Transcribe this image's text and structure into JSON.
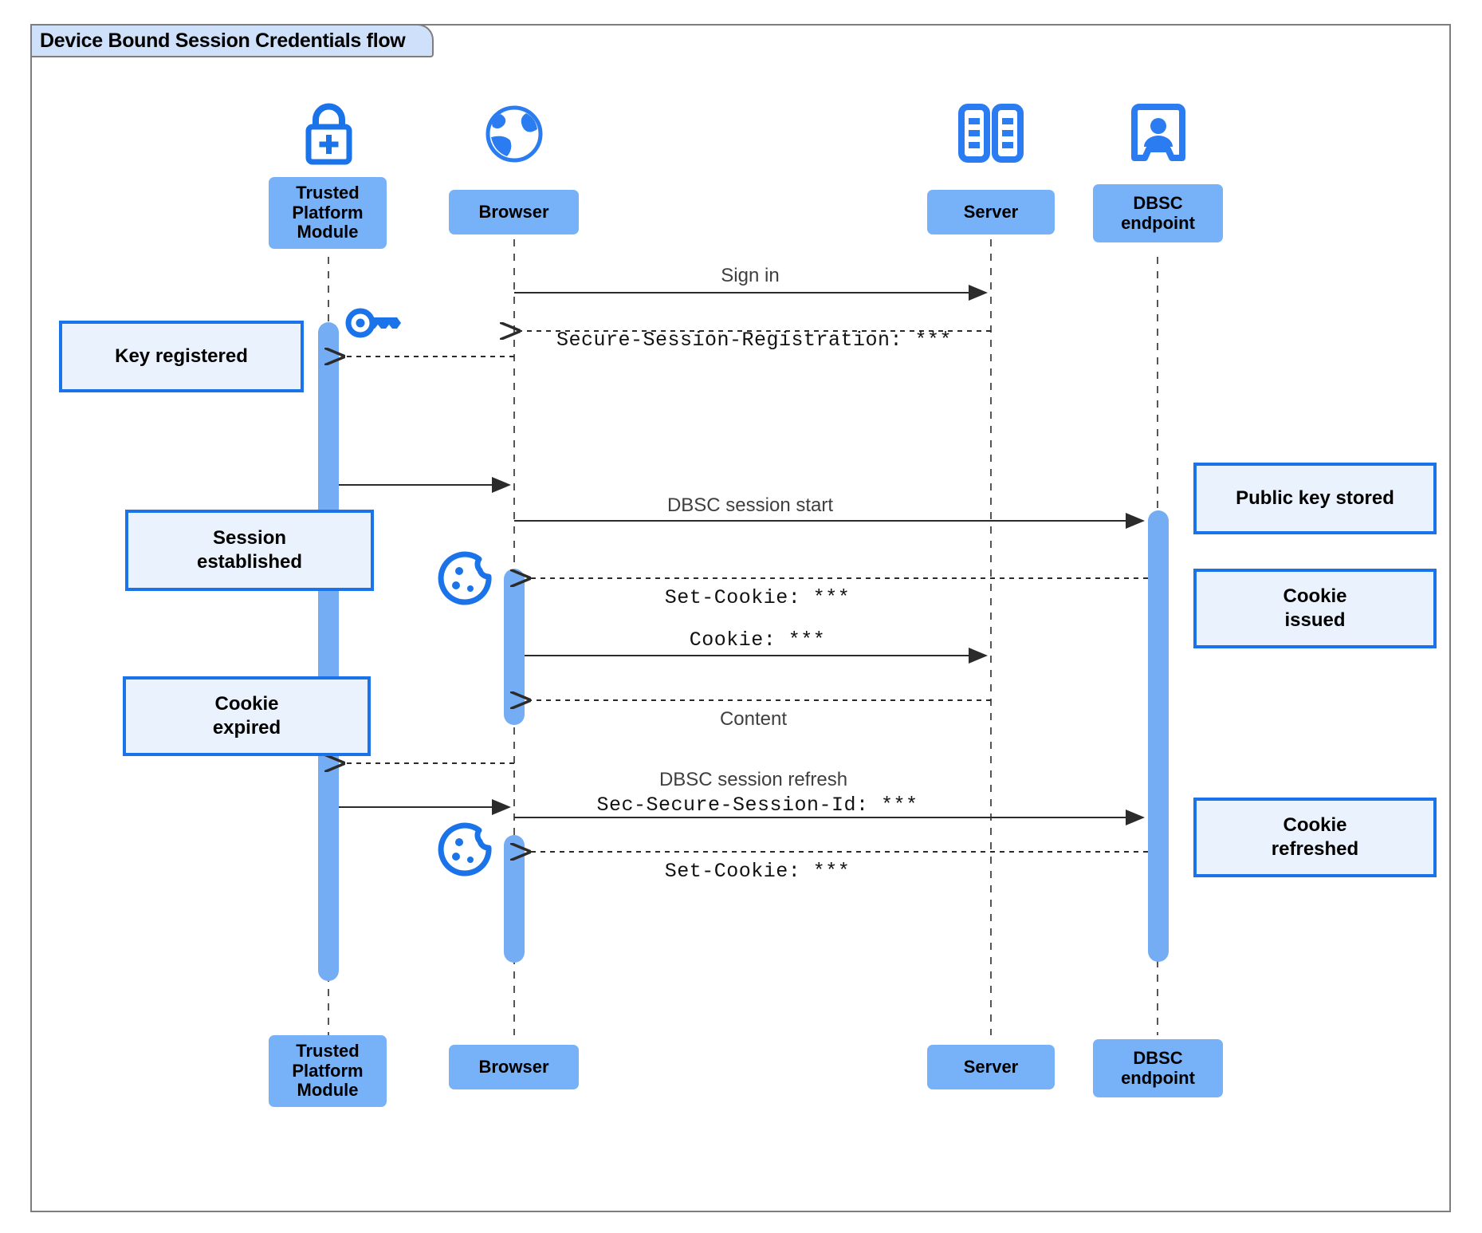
{
  "diagram": {
    "title": "Device Bound Session Credentials flow",
    "type": "sequence-diagram",
    "accent_color": "#1a73e8",
    "participant_fill": "#77b2f9",
    "note_fill": "#eaf2fe",
    "activation_fill": "#75adf5",
    "frame_border": "#7d7d7d"
  },
  "participants": [
    {
      "id": "tpm",
      "label": "Trusted\nPlatform\nModule",
      "icon": "lock-plus-icon"
    },
    {
      "id": "browser",
      "label": "Browser",
      "icon": "globe-icon"
    },
    {
      "id": "server",
      "label": "Server",
      "icon": "server-rack-icon"
    },
    {
      "id": "dbsc",
      "label": "DBSC\nendpoint",
      "icon": "id-badge-icon"
    }
  ],
  "messages": [
    {
      "id": "m1",
      "text": "Sign in",
      "style": "sans",
      "arrow": "solid",
      "from": "browser",
      "to": "server"
    },
    {
      "id": "m2",
      "text": "Secure-Session-Registration: ***",
      "style": "mono",
      "arrow": "dashed",
      "from": "server",
      "to": "browser"
    },
    {
      "id": "m3",
      "text": "",
      "style": "sans",
      "arrow": "dashed",
      "from": "browser",
      "to": "tpm"
    },
    {
      "id": "m4",
      "text": "",
      "style": "sans",
      "arrow": "solid",
      "from": "tpm",
      "to": "browser"
    },
    {
      "id": "m5",
      "text": "DBSC session start",
      "style": "sans",
      "arrow": "solid",
      "from": "browser",
      "to": "dbsc"
    },
    {
      "id": "m6",
      "text": "Set-Cookie: ***",
      "style": "mono",
      "arrow": "dashed",
      "from": "dbsc",
      "to": "browser"
    },
    {
      "id": "m7",
      "text": "Cookie: ***",
      "style": "mono",
      "arrow": "solid",
      "from": "browser",
      "to": "server"
    },
    {
      "id": "m8",
      "text": "Content",
      "style": "sans",
      "arrow": "dashed",
      "from": "server",
      "to": "browser"
    },
    {
      "id": "m9",
      "text": "",
      "style": "sans",
      "arrow": "dashed",
      "from": "browser",
      "to": "tpm"
    },
    {
      "id": "m10",
      "text": "DBSC session refresh",
      "style": "sans",
      "arrow": "solid",
      "from": "browser",
      "to": "dbsc"
    },
    {
      "id": "m11",
      "text": "Sec-Secure-Session-Id: ***",
      "style": "mono",
      "arrow": "solid",
      "from": "tpm",
      "to": "browser"
    },
    {
      "id": "m12",
      "text": "Set-Cookie: ***",
      "style": "mono",
      "arrow": "dashed",
      "from": "dbsc",
      "to": "browser"
    }
  ],
  "notes": [
    {
      "id": "n1",
      "text": "Key registered",
      "side": "left",
      "of": "tpm"
    },
    {
      "id": "n2",
      "text": "Session\nestablished",
      "side": "left",
      "of": "tpm"
    },
    {
      "id": "n3",
      "text": "Cookie\nexpired",
      "side": "left",
      "of": "tpm"
    },
    {
      "id": "n4",
      "text": "Public key stored",
      "side": "right",
      "of": "dbsc"
    },
    {
      "id": "n5",
      "text": "Cookie\nissued",
      "side": "right",
      "of": "dbsc"
    },
    {
      "id": "n6",
      "text": "Cookie\nrefreshed",
      "side": "right",
      "of": "dbsc"
    }
  ],
  "inline_icons": [
    {
      "id": "key1",
      "name": "key-icon",
      "near": "tpm"
    },
    {
      "id": "cookie1",
      "name": "cookie-icon",
      "near": "browser"
    },
    {
      "id": "cookie2",
      "name": "cookie-icon",
      "near": "browser"
    }
  ]
}
